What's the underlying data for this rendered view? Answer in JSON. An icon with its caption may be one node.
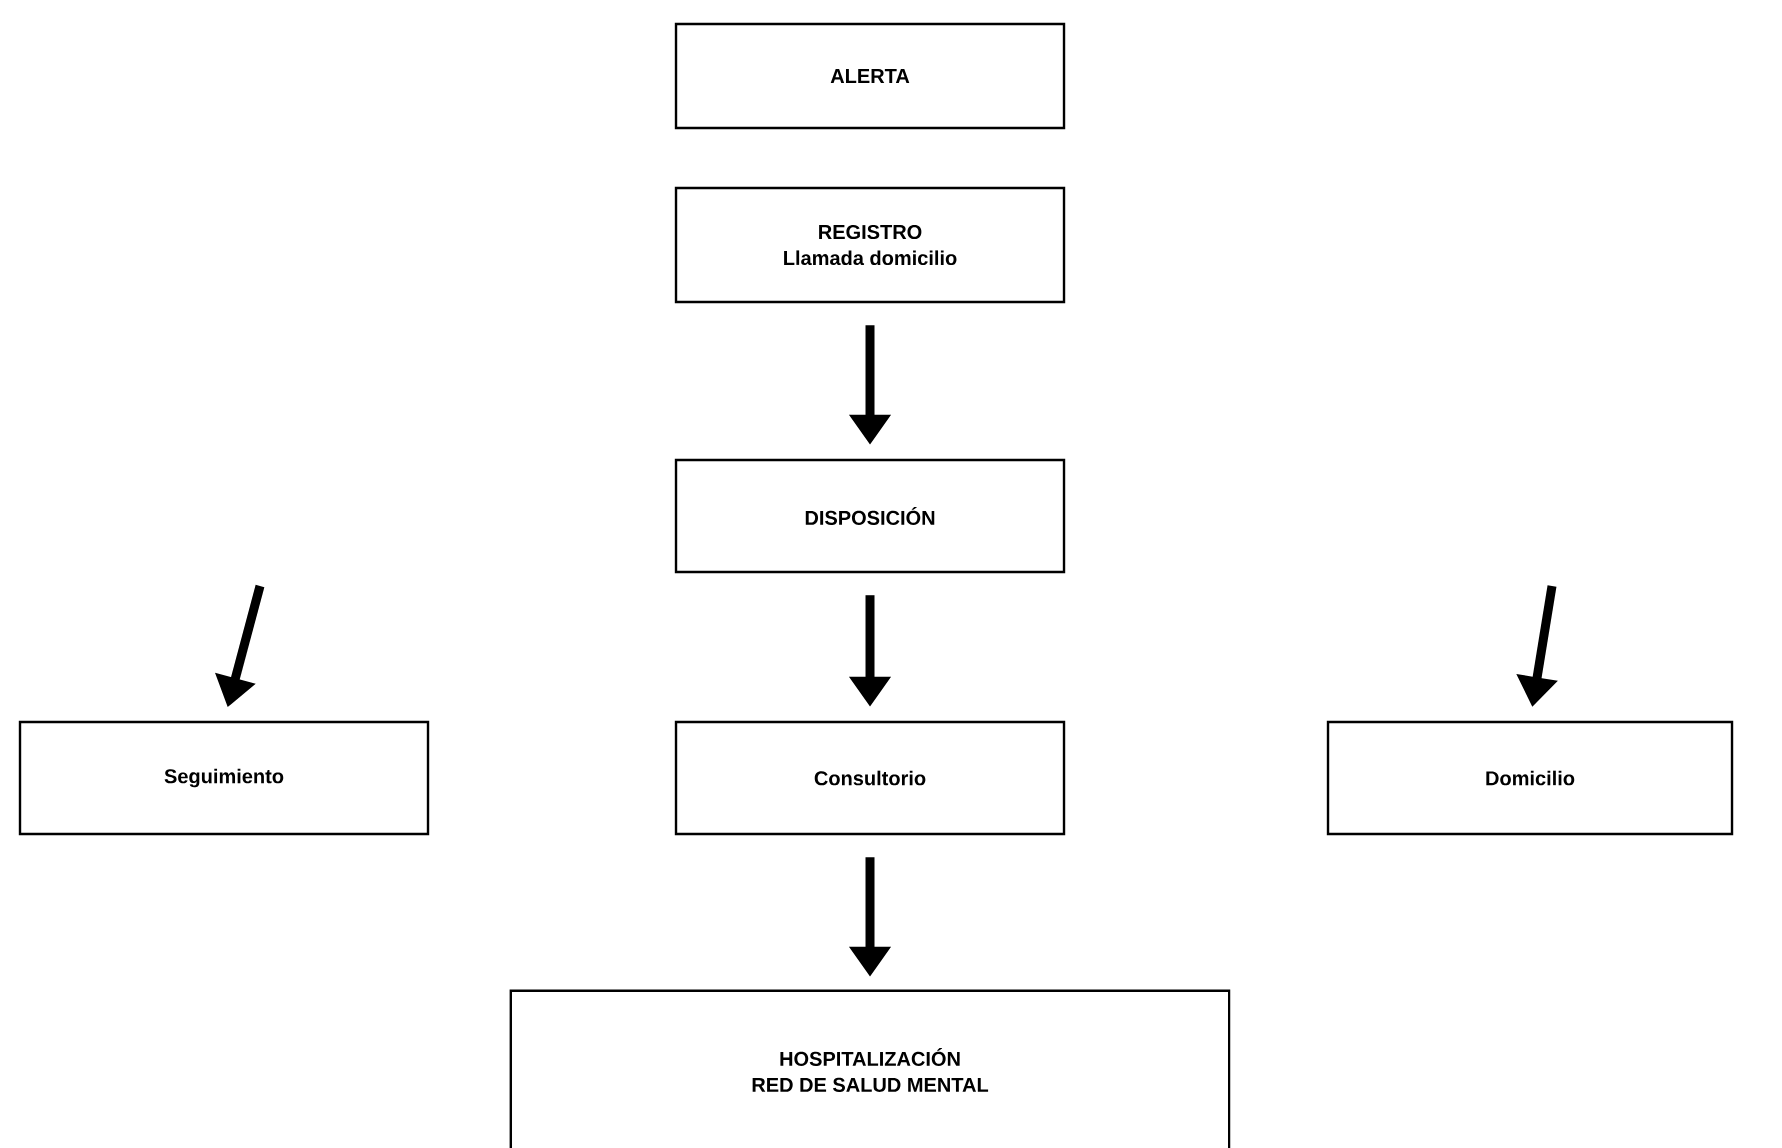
{
  "diagram": {
    "nodes": [
      {
        "text": [
          "ALERTA"
        ]
      },
      {
        "text": [
          "REGISTRO",
          "Llamada domicilio"
        ]
      },
      {
        "text": [
          "DISPOSICIÓN"
        ]
      },
      {
        "text": [
          "Seguimiento"
        ]
      },
      {
        "text": [
          "Consultorio"
        ]
      },
      {
        "text": [
          "Domicilio"
        ]
      },
      {
        "text": [
          "HOSPITALIZACIÓN",
          "RED DE SALUD MENTAL"
        ]
      }
    ],
    "edges": [
      {
        "from": 1,
        "to": 2,
        "arrow": "to"
      },
      {
        "from": 2,
        "to": 4,
        "arrow": "to"
      },
      {
        "from": null,
        "to": 3,
        "arrow": "to"
      },
      {
        "from": null,
        "to": 5,
        "arrow": "to"
      },
      {
        "from": 4,
        "to": 6,
        "arrow": "to"
      }
    ]
  }
}
